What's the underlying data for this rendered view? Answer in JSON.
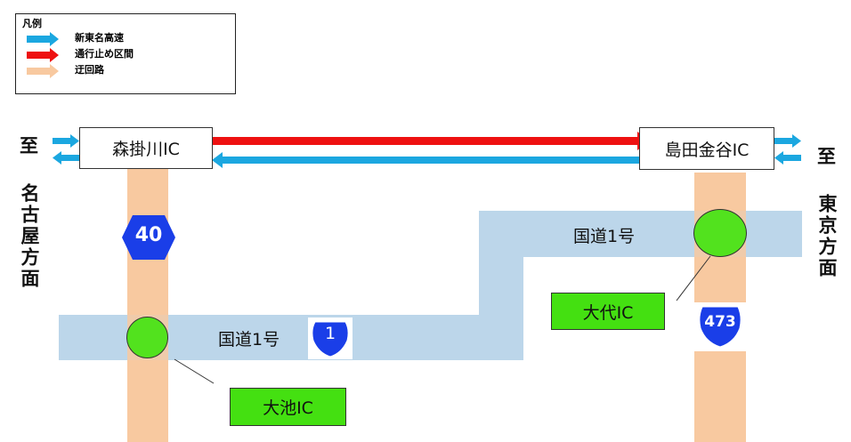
{
  "legend": {
    "title": "凡例",
    "items": [
      {
        "label": "新東名高速",
        "color": "#1ba7e0"
      },
      {
        "label": "通行止め区間",
        "color": "#ee1111"
      },
      {
        "label": "迂回路",
        "color": "#f8c9a0"
      }
    ]
  },
  "interchanges": {
    "left": "森掛川IC",
    "right": "島田金谷IC",
    "ohike": "大池IC",
    "daidai": "大代IC"
  },
  "routes": {
    "national_road_1_lower": "国道1号",
    "national_road_1_upper": "国道1号",
    "shield_1": "1",
    "shield_473": "473",
    "hex_40": "40"
  },
  "directions": {
    "left_to": "至",
    "left_dest": "名古屋方面",
    "right_to": "至",
    "right_dest": "東京方面"
  }
}
